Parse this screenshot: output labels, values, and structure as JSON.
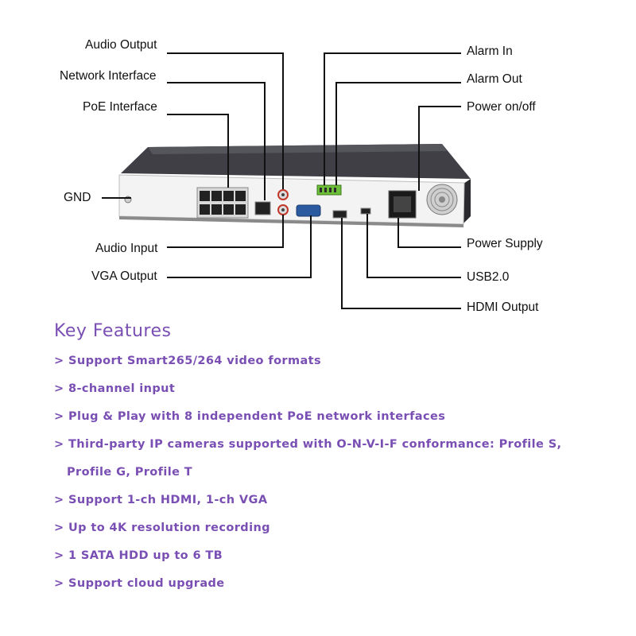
{
  "callouts": {
    "audio_output": "Audio Output",
    "network_interface": "Network Interface",
    "poe_interface": "PoE Interface",
    "gnd": "GND",
    "audio_input": "Audio Input",
    "vga_output": "VGA Output",
    "alarm_in": "Alarm In",
    "alarm_out": "Alarm Out",
    "power_onoff": "Power on/off",
    "power_supply": "Power Supply",
    "usb20": "USB2.0",
    "hdmi_output": "HDMI Output"
  },
  "features": {
    "title": "Key Features",
    "items": [
      {
        "line1": "> Support Smart265/264 video formats"
      },
      {
        "line1": "> 8-channel input"
      },
      {
        "line1": "> Plug & Play with 8 independent PoE network interfaces"
      },
      {
        "line1": "> Third-party IP cameras supported with O-N-V-I-F conformance: Profile S,",
        "line2": "Profile G, Profile T"
      },
      {
        "line1": "> Support 1-ch HDMI, 1-ch VGA"
      },
      {
        "line1": "> Up to 4K resolution recording"
      },
      {
        "line1": "> 1 SATA HDD up to 6 TB"
      },
      {
        "line1": "> Support cloud upgrade"
      }
    ]
  },
  "colors": {
    "accent": "#7a4fb4",
    "panel": "#f2f2f2",
    "top": "#3e3e44"
  }
}
